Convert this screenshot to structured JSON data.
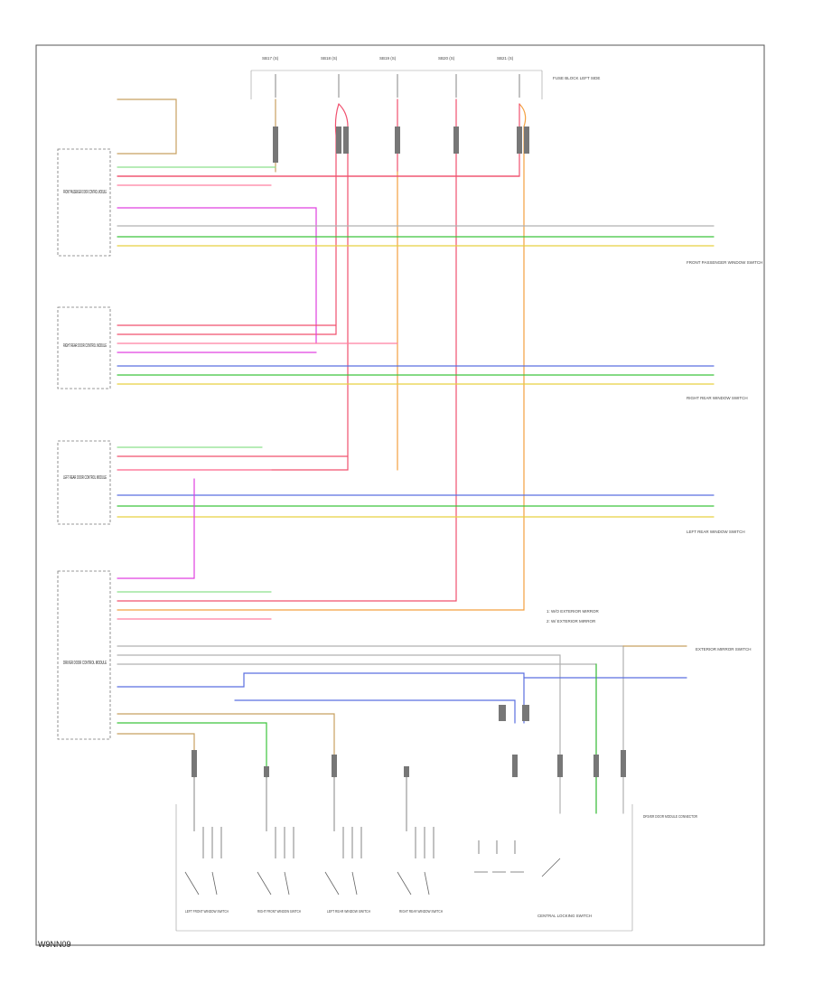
{
  "diagram": {
    "code": "W9NN09",
    "fuses": [
      "SB17 (S)",
      "SB18 (S)",
      "SB19 (S)",
      "SB20 (S)",
      "SB21 (S)"
    ],
    "fuse_block_label": "FUSE BLOCK LEFT SIDE",
    "modules": [
      "FRONT PASSENGER DOOR CONTROL MODULE",
      "RIGHT REAR DOOR CONTROL MODULE",
      "LEFT REAR DOOR CONTROL MODULE",
      "DRIVER DOOR CONTROL MODULE"
    ],
    "right_labels": [
      "FRONT PASSENGER WINDOW SWITCH",
      "RIGHT REAR WINDOW SWITCH",
      "LEFT REAR WINDOW SWITCH",
      "EXTERIOR MIRROR SWITCH"
    ],
    "bottom_labels": [
      "LEFT FRONT WINDOW SWITCH",
      "RIGHT FRONT WINDOW SWITCH",
      "LEFT REAR WINDOW SWITCH",
      "RIGHT REAR WINDOW SWITCH",
      "CENTRAL LOCKING SWITCH",
      "DRIVER DOOR MODULE CONNECTOR"
    ],
    "notes": [
      "1: W/O EXTERIOR MIRROR",
      "2: W/ EXTERIOR MIRROR"
    ],
    "wire_colors": {
      "red": "#f0506e",
      "pink": "#ff7fa0",
      "green": "#3cc43c",
      "lightgreen": "#8ce08c",
      "orange": "#f4a040",
      "yellow": "#e8d040",
      "blue": "#5a6fe0",
      "magenta": "#e040e0",
      "brown": "#c8a060",
      "gray": "#b0b0b0"
    }
  }
}
